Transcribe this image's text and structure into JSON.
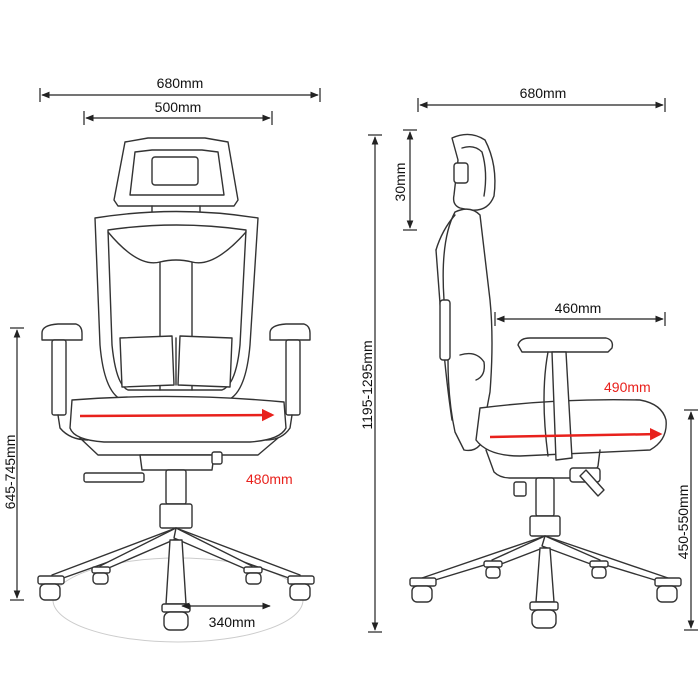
{
  "labels": {
    "front_overall_width": "680mm",
    "front_back_width": "500mm",
    "front_seat_depth": "480mm",
    "front_base_span": "340mm",
    "front_armrest_height": "645-745mm",
    "total_height": "1195-1295mm",
    "side_overall_depth": "680mm",
    "headrest_adjust": "30mm",
    "side_arm_depth": "460mm",
    "side_seat_depth": "490mm",
    "seat_height": "450-550mm"
  },
  "colors": {
    "line": "#222222",
    "outline": "#333333",
    "accent_arrow": "#e8211c",
    "accent_text": "#e8211c",
    "text": "#111111",
    "background": "#ffffff"
  }
}
